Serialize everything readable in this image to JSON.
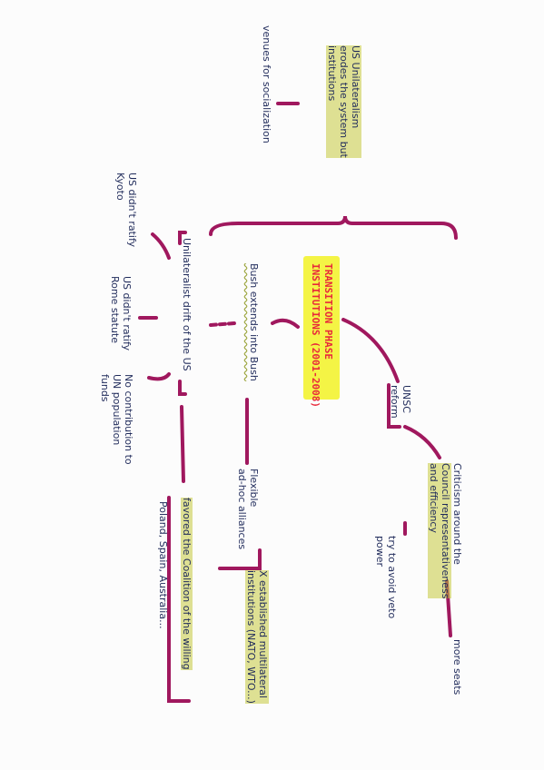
{
  "colors": {
    "ink": "#1f2a5a",
    "magenta": "#a0185e",
    "highlight_yellow": "#f4f445",
    "highlight_olive": "#b6bd3c",
    "title_red": "#e8293a"
  },
  "top_cluster": {
    "title_lines": [
      "US Unilateralism",
      "erodes the system but",
      "institutions"
    ],
    "venues": "venues for socialization"
  },
  "center": {
    "lines": [
      "TRANSITION PHASE",
      "INSTITUTIONS (2001-2008)"
    ]
  },
  "unilateralist": {
    "label": "Unilateralist drift of the US",
    "kyoto": [
      "US didn't ratify",
      "Kyoto"
    ],
    "rome": [
      "US didn't ratify",
      "Rome statute"
    ],
    "unfpa": [
      "No contribution to",
      "UN population",
      "funds"
    ],
    "coalition": "favored the Coalition of the willing",
    "countries": "Poland, Spain, Australia..."
  },
  "bush": {
    "label": "Bush extends into Bush",
    "flexible": [
      "Flexible",
      "ad-hoc alliances"
    ],
    "multilateral": [
      "X established multilateral",
      "institutions (NATO, WTO...)"
    ]
  },
  "unsc": {
    "label": [
      "UNSC",
      "reform"
    ],
    "criticism": [
      "Criticism around the",
      "Council representativeness",
      "and efficiency"
    ],
    "veto": [
      "try to avoid veto",
      "power"
    ],
    "seats": "more seats"
  }
}
